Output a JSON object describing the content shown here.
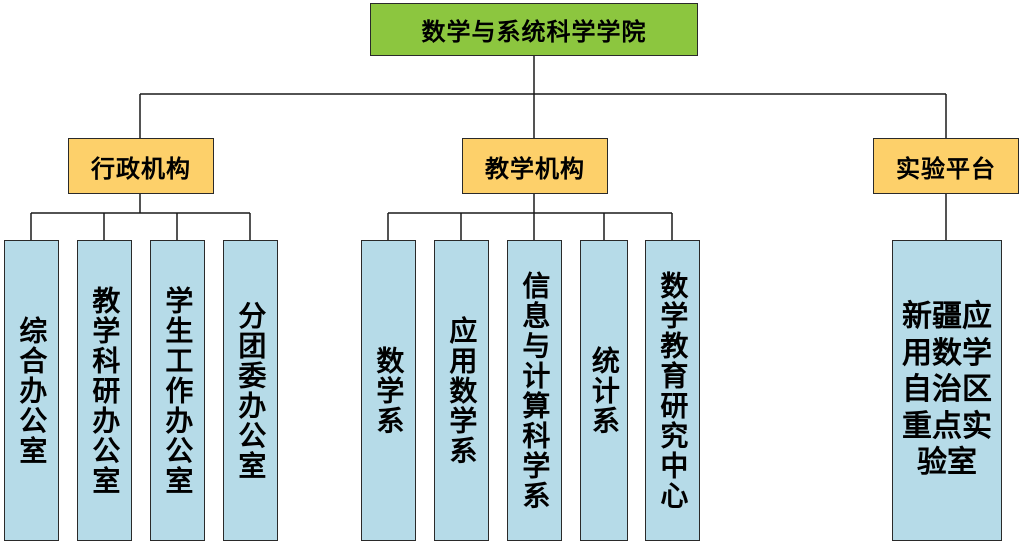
{
  "root": {
    "label": "数学与系统科学学院"
  },
  "categories": [
    {
      "label": "行政机构",
      "children": [
        "综合办公室",
        "教学科研办公室",
        "学生工作办公室",
        "分团委办公室"
      ]
    },
    {
      "label": "教学机构",
      "children": [
        "数学系",
        "应用数学系",
        "信息与计算科学系",
        "统计系",
        "数学教育研究中心"
      ]
    },
    {
      "label": "实验平台",
      "children": [
        "新疆应用数学自治区重点实验室"
      ]
    }
  ],
  "colors": {
    "root_fill": "#8cc63f",
    "category_fill": "#fdd06a",
    "leaf_fill": "#b6dbe8",
    "line": "#1a1a1a"
  }
}
